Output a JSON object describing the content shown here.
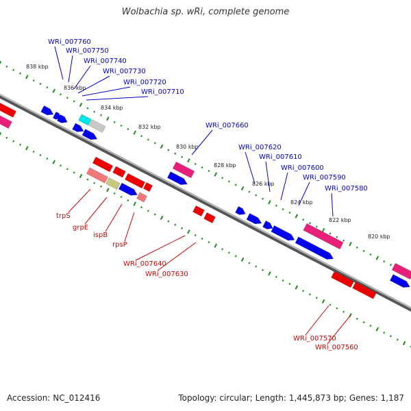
{
  "title": "Wolbachia sp. wRi, complete genome",
  "footer": {
    "accession": "Accession: NC_012416",
    "topology": "Topology: circular; Length: 1,445,873 bp; Genes: 1,187"
  },
  "colors": {
    "backbone": "#7a7a7a",
    "tick": "#1a8a1a",
    "forward_cds": "#0000ee",
    "reverse_cds": "#ee0000",
    "rrna": "#e8207a",
    "trna_cyan": "#00e5e5",
    "label_forward": "#0000cc",
    "label_reverse": "#cc0000"
  },
  "scale_labels": [
    "838 kbp",
    "836 kbp",
    "834 kbp",
    "832 kbp",
    "830 kbp",
    "828 kbp",
    "826 kbp",
    "824 kbp",
    "822 kbp",
    "820 kbp"
  ],
  "forward_labels": [
    "WRi_007760",
    "WRi_007750",
    "WRi_007740",
    "WRi_007730",
    "WRi_007720",
    "WRi_007710",
    "WRi_007660",
    "WRi_007620",
    "WRi_007610",
    "WRi_007600",
    "WRi_007590",
    "WRi_007580"
  ],
  "reverse_labels": [
    "trpS",
    "grpE",
    "ispB",
    "rpsP",
    "WRi_007640",
    "WRi_007630",
    "WRi_007570",
    "WRi_007560"
  ]
}
